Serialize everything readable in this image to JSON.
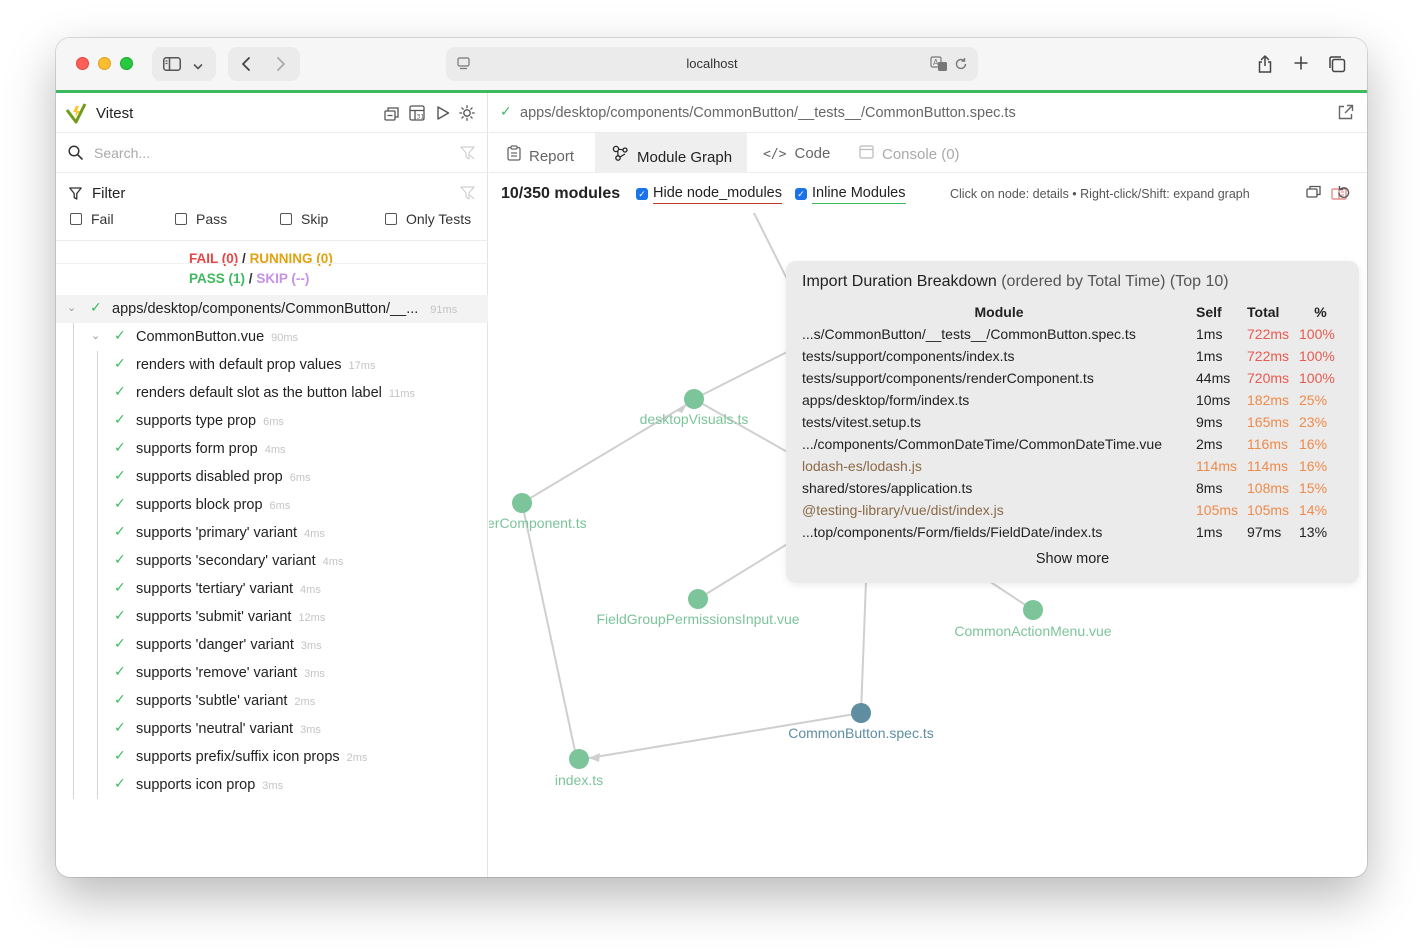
{
  "browser": {
    "url": "localhost",
    "icons": [
      "sidebar-icon",
      "chevron-down-icon",
      "back-icon",
      "forward-icon",
      "page-icon",
      "translate-icon",
      "reload-icon",
      "share-icon",
      "new-tab-icon",
      "tabs-overview-icon"
    ]
  },
  "sidebar": {
    "brand": "Vitest",
    "search_placeholder": "Search...",
    "filter": {
      "title": "Filter",
      "options": [
        "Fail",
        "Pass",
        "Skip",
        "Only Tests"
      ]
    },
    "summary": {
      "fail": "FAIL (0)",
      "running": "RUNNING (0)",
      "pass": "PASS (1)",
      "skip": "SKIP (--)",
      "separator": "/"
    },
    "tree": {
      "file": {
        "name": "apps/desktop/components/CommonButton/__...",
        "duration": "91ms"
      },
      "suite": {
        "name": "CommonButton.vue",
        "duration": "90ms"
      },
      "tests": [
        {
          "name": "renders with default prop values",
          "duration": "17ms"
        },
        {
          "name": "renders default slot as the button label",
          "duration": "11ms"
        },
        {
          "name": "supports type prop",
          "duration": "6ms"
        },
        {
          "name": "supports form prop",
          "duration": "4ms"
        },
        {
          "name": "supports disabled prop",
          "duration": "6ms"
        },
        {
          "name": "supports block prop",
          "duration": "6ms"
        },
        {
          "name": "supports 'primary' variant",
          "duration": "4ms"
        },
        {
          "name": "supports 'secondary' variant",
          "duration": "4ms"
        },
        {
          "name": "supports 'tertiary' variant",
          "duration": "4ms"
        },
        {
          "name": "supports 'submit' variant",
          "duration": "12ms"
        },
        {
          "name": "supports 'danger' variant",
          "duration": "3ms"
        },
        {
          "name": "supports 'remove' variant",
          "duration": "3ms"
        },
        {
          "name": "supports 'subtle' variant",
          "duration": "2ms"
        },
        {
          "name": "supports 'neutral' variant",
          "duration": "3ms"
        },
        {
          "name": "supports prefix/suffix icon props",
          "duration": "2ms"
        },
        {
          "name": "supports icon prop",
          "duration": "3ms"
        }
      ]
    }
  },
  "main": {
    "file_path": "apps/desktop/components/CommonButton/__tests__/CommonButton.spec.ts",
    "tabs": [
      {
        "label": "Report",
        "state": "normal"
      },
      {
        "label": "Module Graph",
        "state": "active"
      },
      {
        "label": "Code",
        "state": "normal"
      },
      {
        "label": "Console (0)",
        "state": "disabled"
      }
    ],
    "graph_toolbar": {
      "module_count": "10/350 modules",
      "hide_node_modules": "Hide node_modules",
      "inline_modules": "Inline Modules",
      "hint": "Click on node: details • Right-click/Shift: expand graph"
    },
    "graph_nodes": [
      {
        "label": "desktopVisuals.ts"
      },
      {
        "label": "erComponent.ts"
      },
      {
        "label": "FieldGroupPermissionsInput.vue"
      },
      {
        "label": "CommonActionMenu.vue"
      },
      {
        "label": "CommonButton.spec.ts"
      },
      {
        "label": "index.ts"
      }
    ],
    "import_breakdown": {
      "title": "Import Duration Breakdown",
      "subtitle": "(ordered by Total Time) (Top 10)",
      "columns": [
        "Module",
        "Self",
        "Total",
        "%"
      ],
      "rows": [
        {
          "module": "...s/CommonButton/__tests__/CommonButton.spec.ts",
          "self": "1ms",
          "total": "722ms",
          "pct": "100%",
          "external": false,
          "self_hot": false
        },
        {
          "module": "tests/support/components/index.ts",
          "self": "1ms",
          "total": "722ms",
          "pct": "100%",
          "external": false,
          "self_hot": false
        },
        {
          "module": "tests/support/components/renderComponent.ts",
          "self": "44ms",
          "total": "720ms",
          "pct": "100%",
          "external": false,
          "self_hot": false
        },
        {
          "module": "apps/desktop/form/index.ts",
          "self": "10ms",
          "total": "182ms",
          "pct": "25%",
          "external": false,
          "self_hot": false
        },
        {
          "module": "tests/vitest.setup.ts",
          "self": "9ms",
          "total": "165ms",
          "pct": "23%",
          "external": false,
          "self_hot": false
        },
        {
          "module": ".../components/CommonDateTime/CommonDateTime.vue",
          "self": "2ms",
          "total": "116ms",
          "pct": "16%",
          "external": false,
          "self_hot": false
        },
        {
          "module": "lodash-es/lodash.js",
          "self": "114ms",
          "total": "114ms",
          "pct": "16%",
          "external": true,
          "self_hot": true
        },
        {
          "module": "shared/stores/application.ts",
          "self": "8ms",
          "total": "108ms",
          "pct": "15%",
          "external": false,
          "self_hot": false
        },
        {
          "module": "@testing-library/vue/dist/index.js",
          "self": "105ms",
          "total": "105ms",
          "pct": "14%",
          "external": true,
          "self_hot": true
        },
        {
          "module": "...top/components/Form/fields/FieldDate/index.ts",
          "self": "1ms",
          "total": "97ms",
          "pct": "13%",
          "external": false,
          "self_hot": false
        }
      ],
      "show_more": "Show more"
    }
  },
  "colors": {
    "accent_green": "#3db95f",
    "fail_red": "#e74545",
    "running_amber": "#e2a20f",
    "skip_purple": "#c592e8",
    "node_green": "#7cc49a",
    "node_spec": "#5f8ea0",
    "time_high": "#e85a4f",
    "time_mid": "#ee8a4a",
    "external_module": "#8a6a48"
  }
}
